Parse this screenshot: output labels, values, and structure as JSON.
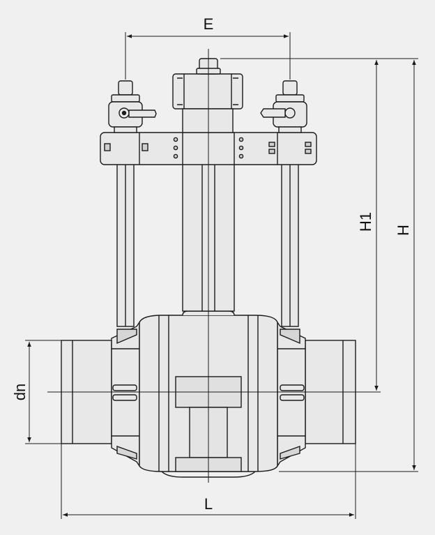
{
  "diagram": {
    "dimension_labels": {
      "E": "E",
      "H1": "H1",
      "H": "H",
      "dn": "dn",
      "L": "L"
    },
    "colors": {
      "background": "#f0f0f0",
      "line": "#1a1a1a",
      "fill": "#e8e8e8"
    }
  }
}
